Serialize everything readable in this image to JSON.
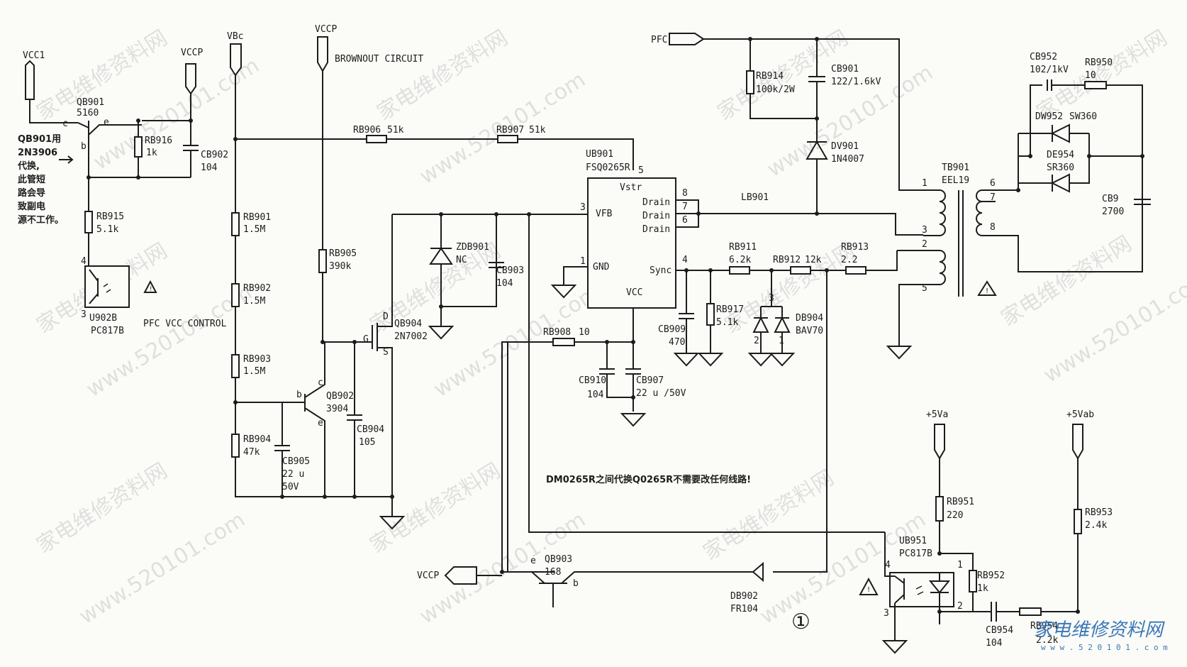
{
  "nets": {
    "vcc1": "VCC1",
    "vccp_top1": "VCCP",
    "vbc": "VBc",
    "vccp_top2": "VCCP",
    "pfc": "PFC",
    "vccp_bottom": "VCCP",
    "p5va": "+5Va",
    "p5vab": "+5Vab",
    "brownout": "BROWNOUT CIRCUIT",
    "pfc_vcc_control": "PFC VCC CONTROL"
  },
  "components": {
    "QB901": {
      "ref": "QB901",
      "value": "5160"
    },
    "RB916": {
      "ref": "RB916",
      "value": "1k"
    },
    "CB902": {
      "ref": "CB902",
      "value": "104"
    },
    "RB915": {
      "ref": "RB915",
      "value": "5.1k"
    },
    "U902B": {
      "ref": "U902B",
      "value": "PC817B"
    },
    "RB901": {
      "ref": "RB901",
      "value": "1.5M"
    },
    "RB902": {
      "ref": "RB902",
      "value": "1.5M"
    },
    "RB903": {
      "ref": "RB903",
      "value": "1.5M"
    },
    "RB904": {
      "ref": "RB904",
      "value": "47k"
    },
    "CB905": {
      "ref": "CB905",
      "value": "22 u",
      "value2": "50V"
    },
    "QB902": {
      "ref": "QB902",
      "value": "3904"
    },
    "RB905": {
      "ref": "RB905",
      "value": "390k"
    },
    "CB904": {
      "ref": "CB904",
      "value": "105"
    },
    "QB904": {
      "ref": "QB904",
      "value": "2N7002"
    },
    "ZDB901": {
      "ref": "ZDB901",
      "value": "NC"
    },
    "CB903": {
      "ref": "CB903",
      "value": "104"
    },
    "RB906": {
      "ref": "RB906",
      "value": "51k"
    },
    "RB907": {
      "ref": "RB907",
      "value": "51k"
    },
    "UB901": {
      "ref": "UB901",
      "value": "FSQ0265R"
    },
    "RB908": {
      "ref": "RB908",
      "value": "10"
    },
    "CB910": {
      "ref": "CB910",
      "value": "104"
    },
    "CB907": {
      "ref": "CB907",
      "value": "22 u /50V"
    },
    "CB909": {
      "ref": "CB909",
      "value": "470"
    },
    "RB917": {
      "ref": "RB917",
      "value": "5.1k"
    },
    "RB911": {
      "ref": "RB911",
      "value": "6.2k"
    },
    "RB912": {
      "ref": "RB912",
      "value": "12k"
    },
    "RB913": {
      "ref": "RB913",
      "value": "2.2"
    },
    "DB904": {
      "ref": "DB904",
      "value": "BAV70"
    },
    "RB914": {
      "ref": "RB914",
      "value": "100k/2W"
    },
    "CB901": {
      "ref": "CB901",
      "value": "122/1.6kV"
    },
    "DV901": {
      "ref": "DV901",
      "value": "1N4007"
    },
    "LB901": {
      "ref": "LB901"
    },
    "TB901": {
      "ref": "TB901",
      "value": "EEL19"
    },
    "CB952": {
      "ref": "CB952",
      "value": "102/1kV"
    },
    "RB950": {
      "ref": "RB950",
      "value": "10"
    },
    "DW952": {
      "ref": "DW952",
      "value": "SW360"
    },
    "DE954": {
      "ref": "DE954",
      "value": "SR360"
    },
    "CB9": {
      "ref": "CB9",
      "value": "2700"
    },
    "QB903": {
      "ref": "QB903",
      "value": "168"
    },
    "DB902": {
      "ref": "DB902",
      "value": "FR104"
    },
    "RB951": {
      "ref": "RB951",
      "value": "220"
    },
    "UB951": {
      "ref": "UB951",
      "value": "PC817B"
    },
    "RB952": {
      "ref": "RB952",
      "value": "1k"
    },
    "RB953": {
      "ref": "RB953",
      "value": "2.4k"
    },
    "CB954": {
      "ref": "CB954",
      "value": "104"
    },
    "RB954": {
      "ref": "RB954",
      "value": "2.2k"
    }
  },
  "ic_pins": {
    "vstr": "Vstr",
    "vfb": "VFB",
    "gnd": "GND",
    "drain": "Drain",
    "sync": "Sync",
    "vcc": "VCC",
    "n1": "1",
    "n3": "3",
    "n4": "4",
    "n5": "5",
    "n6": "6",
    "n7": "7",
    "n8": "8"
  },
  "pin_numbers": {
    "t1": "1",
    "t2": "2",
    "t3": "3",
    "t5": "5",
    "t6": "6",
    "t7": "7",
    "t8": "8",
    "u902_4": "4",
    "u902_3": "3",
    "ub951_1": "1",
    "ub951_2": "2",
    "ub951_3": "3",
    "ub951_4": "4",
    "db904_3": "3",
    "db904_2": "2",
    "db904_1": "1"
  },
  "transistor_pins": {
    "c": "c",
    "b": "b",
    "e": "e",
    "d": "D",
    "g": "G",
    "s": "S"
  },
  "notes": {
    "qb901_note": [
      "QB901用",
      "2N3906",
      "代换,",
      "此管短",
      "路会导",
      "致副电",
      "源不工作。"
    ],
    "bottom_note": "DM0265R之间代换Q0265R不需要改任何线路!",
    "circle_number": "①"
  },
  "watermark": {
    "site_cn": "家电维修资料网",
    "site_url": "www.520101.com",
    "logo_cn": "家电维修资料网",
    "logo_url": "w w w . 5 2 0 1 0 1 . c o m"
  }
}
